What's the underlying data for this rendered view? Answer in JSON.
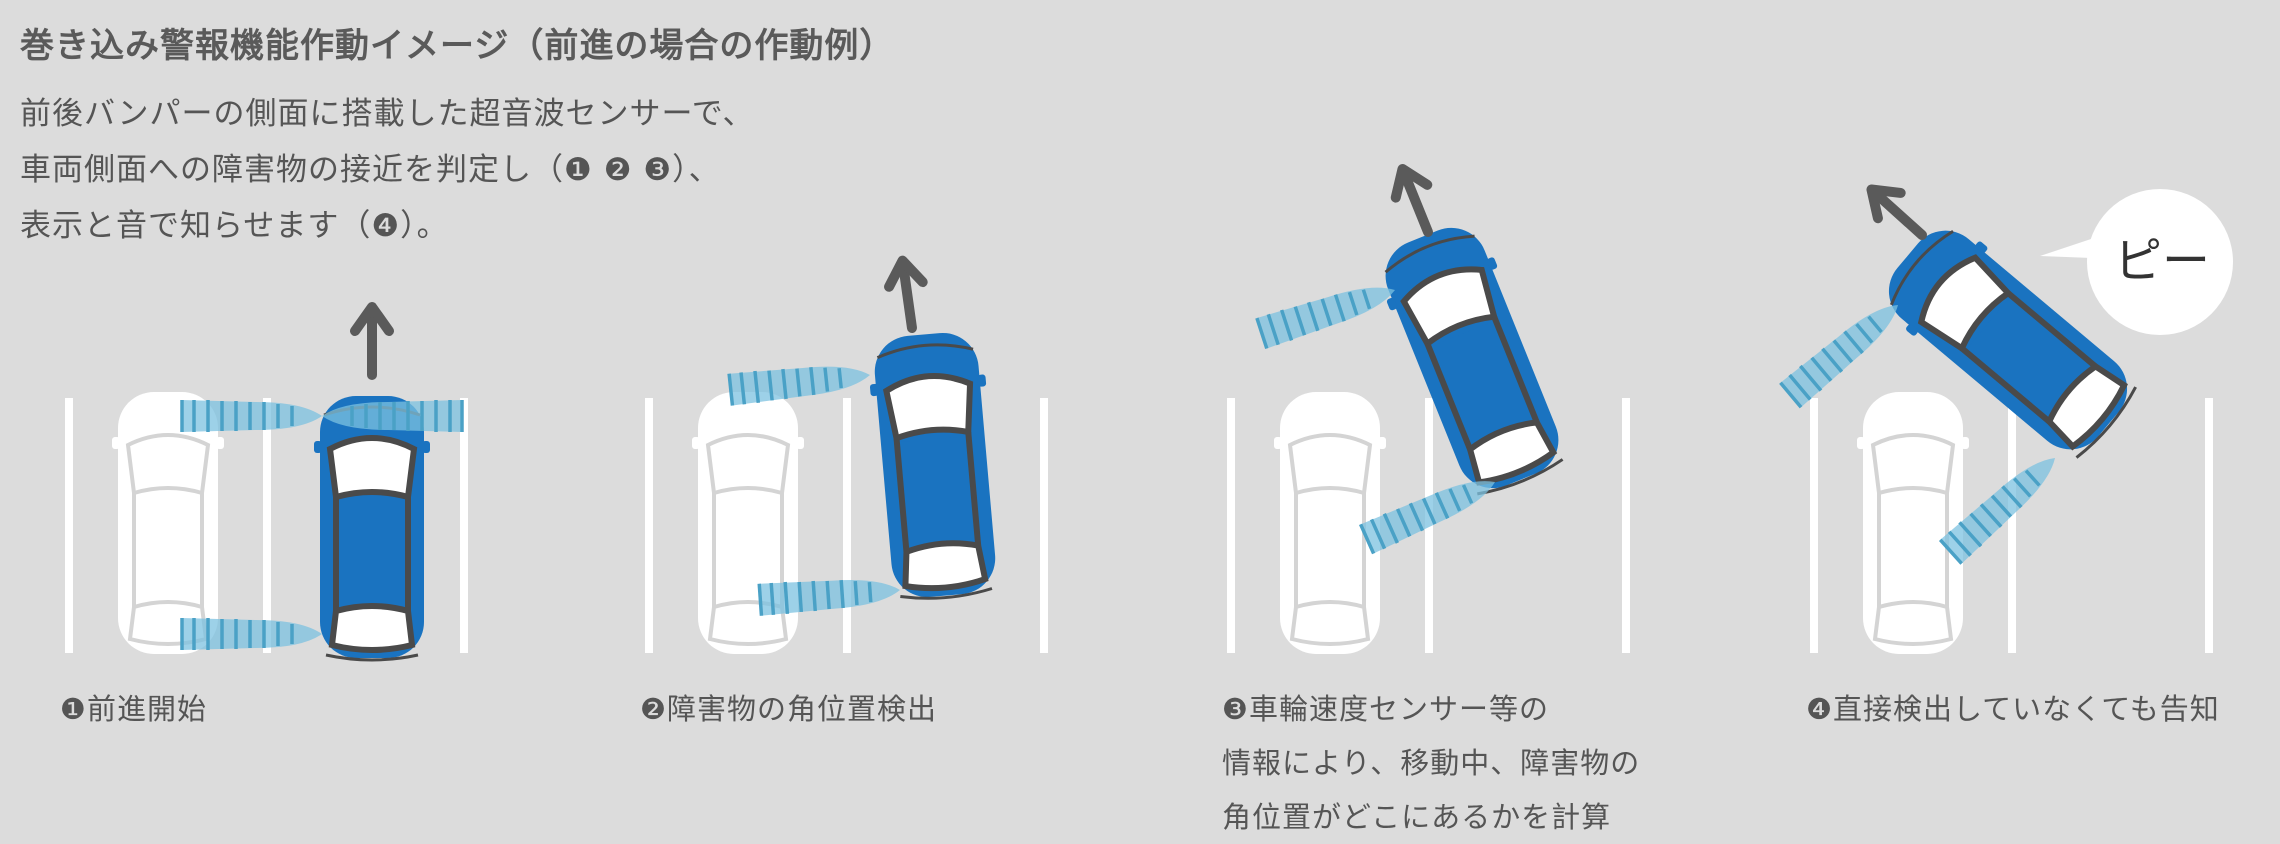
{
  "title": "巻き込み警報機能作動イメージ（前進の場合の作動例）",
  "description": [
    "前後バンパーの側面に搭載した超音波センサーで、",
    "車両側面への障害物の接近を判定し（❶ ❷ ❸）、",
    "表示と音で知らせます（❹）。"
  ],
  "beep_text": "ピー",
  "steps": [
    {
      "caption": [
        "❶前進開始"
      ]
    },
    {
      "caption": [
        "❷障害物の角位置検出"
      ]
    },
    {
      "caption": [
        "❸車輪速度センサー等の",
        "情報により、移動中、障害物の",
        "角位置がどこにあるかを計算"
      ]
    },
    {
      "caption": [
        "❹直接検出していなくても告知"
      ]
    }
  ],
  "colors": {
    "background": "#dcdcdc",
    "ego_car": "#1a73c0",
    "parked_car": "#ffffff",
    "sensor_beam": "#5bb0d3",
    "arrow": "#5a5a5a",
    "parking_line": "#ffffff"
  }
}
